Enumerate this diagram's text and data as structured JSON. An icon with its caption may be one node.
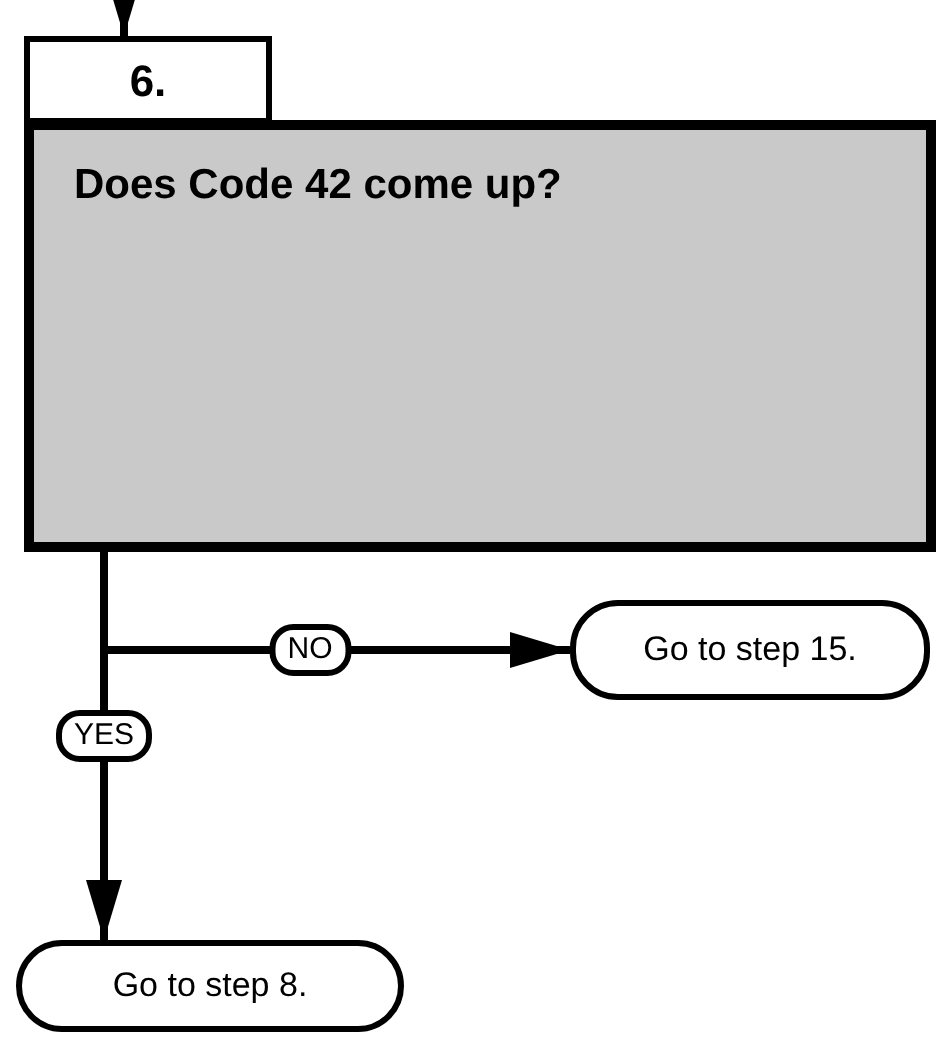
{
  "diagram": {
    "nodes": [
      {
        "text": [
          "6."
        ]
      },
      {
        "text": [
          "Does Code 42 come up?"
        ]
      },
      {
        "text": [
          "Go to step 15."
        ]
      },
      {
        "text": [
          "Go to step 8."
        ]
      }
    ],
    "edges": [
      {
        "from": null,
        "to": 0,
        "arrow": "to"
      },
      {
        "from": 1,
        "to": 2,
        "arrow": "to",
        "label": "NO"
      },
      {
        "from": 1,
        "to": 3,
        "arrow": "to",
        "label": "YES"
      }
    ]
  }
}
